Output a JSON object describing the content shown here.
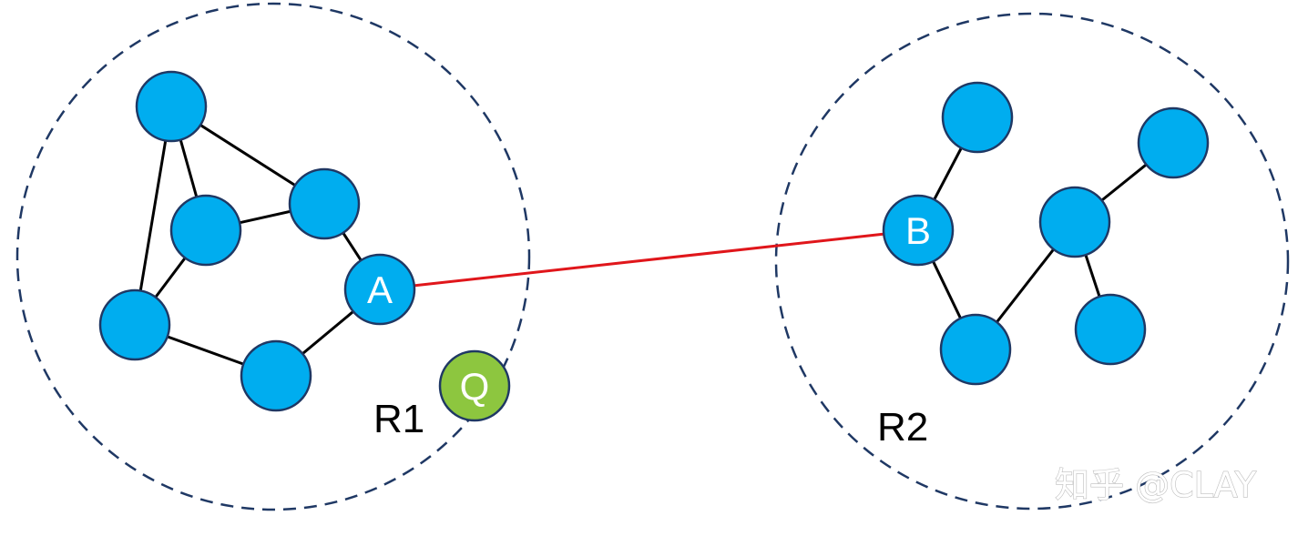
{
  "colors": {
    "node_fill": "#00adef",
    "node_stroke": "#1f3864",
    "query_fill": "#8dc63f",
    "query_stroke": "#1f3864",
    "edge": "#000000",
    "bridge_edge": "#e0161b",
    "region_stroke": "#1f3864"
  },
  "regions": [
    {
      "id": "r1",
      "label": "R1"
    },
    {
      "id": "r2",
      "label": "R2"
    }
  ],
  "nodes": [
    {
      "id": "n1",
      "label": ""
    },
    {
      "id": "n2",
      "label": ""
    },
    {
      "id": "n3",
      "label": ""
    },
    {
      "id": "n4",
      "label": ""
    },
    {
      "id": "n5",
      "label": ""
    },
    {
      "id": "n6",
      "label": ""
    },
    {
      "id": "a",
      "label": "A"
    },
    {
      "id": "q",
      "label": "Q"
    },
    {
      "id": "m1",
      "label": ""
    },
    {
      "id": "b",
      "label": "B"
    },
    {
      "id": "m2",
      "label": ""
    },
    {
      "id": "m3",
      "label": ""
    },
    {
      "id": "m4",
      "label": ""
    },
    {
      "id": "m5",
      "label": ""
    },
    {
      "id": "m6",
      "label": ""
    }
  ],
  "edges": [
    {
      "from": "n1",
      "to": "n2"
    },
    {
      "from": "n1",
      "to": "n3"
    },
    {
      "from": "n1",
      "to": "n4"
    },
    {
      "from": "n2",
      "to": "n3"
    },
    {
      "from": "n2",
      "to": "n4"
    },
    {
      "from": "n3",
      "to": "a"
    },
    {
      "from": "n4",
      "to": "n5"
    },
    {
      "from": "n5",
      "to": "a"
    },
    {
      "from": "m1",
      "to": "b"
    },
    {
      "from": "b",
      "to": "m3"
    },
    {
      "from": "m3",
      "to": "m4"
    },
    {
      "from": "m4",
      "to": "m2"
    },
    {
      "from": "m4",
      "to": "m5"
    }
  ],
  "bridge": {
    "from": "a",
    "to": "b"
  },
  "watermark": "知乎 @CLAY"
}
